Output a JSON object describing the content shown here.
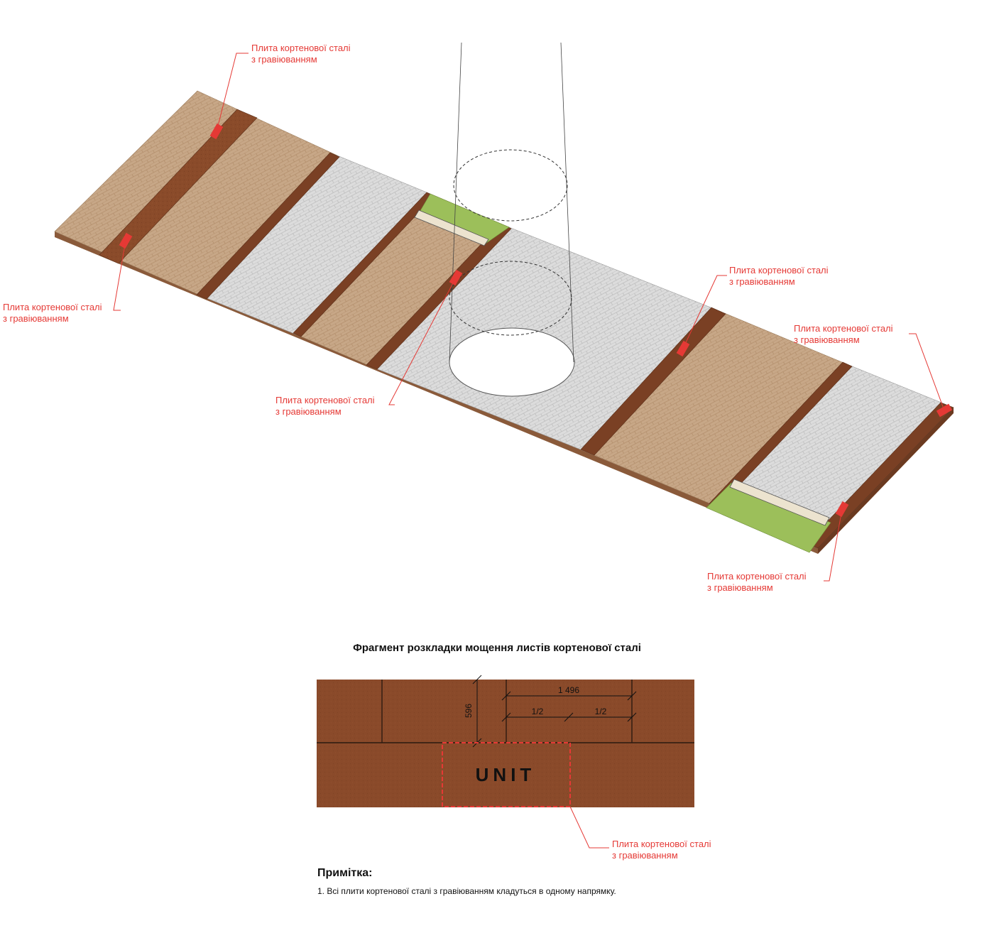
{
  "callout_label": {
    "line1": "Плита кортенової сталі",
    "line2": "з гравіюванням"
  },
  "fragment": {
    "title": "Фрагмент розкладки мощення листів кортенової сталі",
    "dimension_total": "1 496",
    "dimension_half_left": "1/2",
    "dimension_half_right": "1/2",
    "dimension_height": "596",
    "engraving_text": "UNIT"
  },
  "note": {
    "heading": "Примітка:",
    "items": [
      "1. Всі плити кортенової сталі з гравіюванням кладуться в одному напрямку."
    ]
  },
  "colors": {
    "accent_red": "#e53935",
    "corten": "#8a4b2a",
    "corten_dark": "#6b3a20",
    "beige_paving": "#c8a888",
    "grey_paving": "#d6d6d6",
    "lawn": "#9cbf5a"
  }
}
